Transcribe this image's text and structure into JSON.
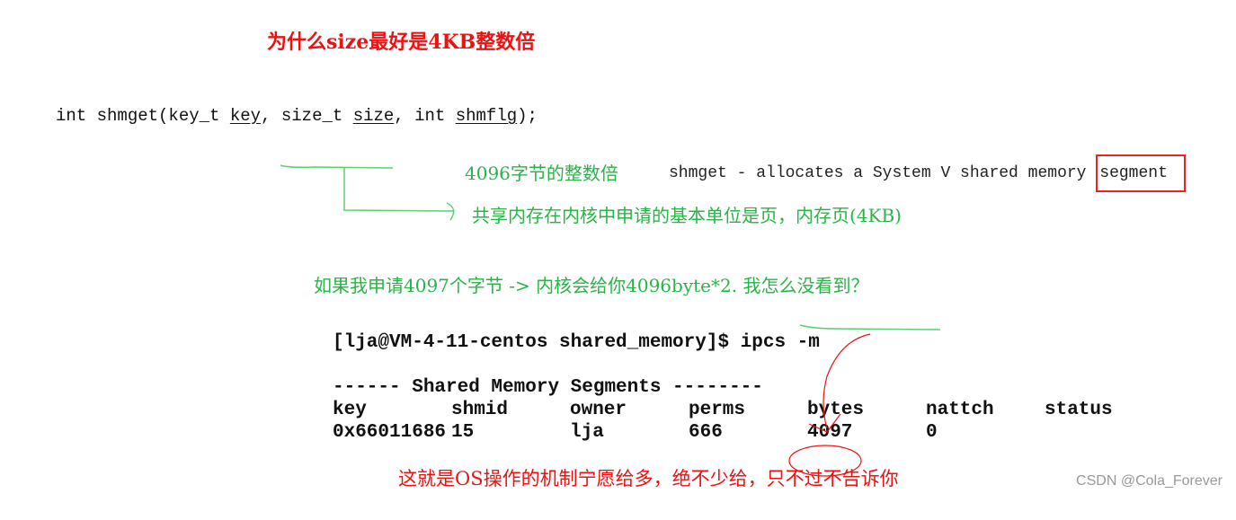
{
  "title": "为什么size最好是4KB整数倍",
  "prototype": {
    "prefix": "int shmget(key_t ",
    "arg1": "key",
    ",sep1": ", size_t ",
    "arg2": "size",
    "sep2": ", int ",
    "arg3": "shmflg",
    "suffix": ");"
  },
  "notes": {
    "size_note": "4096字节的整数倍",
    "man_desc": "shmget - allocates a System V shared memory ",
    "man_highlight": "segment",
    "page_note": "共享内存在内核中申请的基本单位是页，内存页(4KB)",
    "question": "如果我申请4097个字节 -> 内核会给你4096byte*2. 我怎么没看到？",
    "conclusion": "这就是OS操作的机制宁愿给多，绝不少给，只不过不告诉你"
  },
  "terminal": {
    "prompt": "[lja@VM-4-11-centos shared_memory]$ ipcs -m",
    "section": "------ Shared Memory Segments --------",
    "headers": [
      "key",
      "shmid",
      "owner",
      "perms",
      "bytes",
      "nattch",
      "status"
    ],
    "rows": [
      [
        "0x66011686",
        "15",
        "lja",
        "666",
        "4097",
        "0",
        ""
      ]
    ]
  },
  "watermark": "CSDN @Cola_Forever",
  "colors": {
    "red": "#ee1111",
    "green": "#28b446"
  }
}
